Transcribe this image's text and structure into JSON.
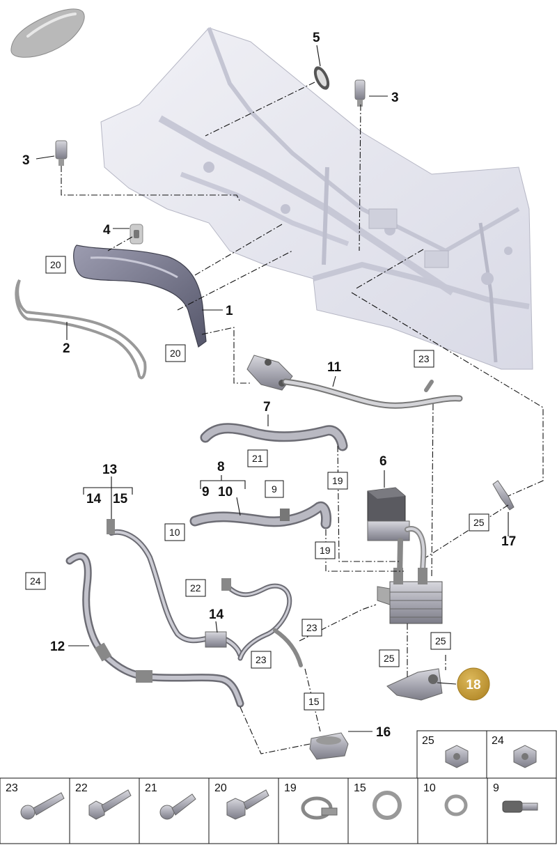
{
  "callouts": {
    "c1": "1",
    "c2": "2",
    "c3a": "3",
    "c3b": "3",
    "c4": "4",
    "c5": "5",
    "c6": "6",
    "c7": "7",
    "c8": "8",
    "c9": "9",
    "c10": "10",
    "c11": "11",
    "c12": "12",
    "c13": "13",
    "c14a": "14",
    "c14b": "14",
    "c15": "15",
    "c16": "16",
    "c17": "17"
  },
  "boxed": {
    "b20a": "20",
    "b20b": "20",
    "b23a": "23",
    "b21": "21",
    "b9": "9",
    "b19a": "19",
    "b19b": "19",
    "b10": "10",
    "b25a": "25",
    "b24": "24",
    "b22": "22",
    "b23b": "23",
    "b23c": "23",
    "b15": "15",
    "b25b": "25",
    "b25c": "25"
  },
  "highlight": {
    "label": "18",
    "color": "#c9a13b"
  },
  "hardware_grid": {
    "top_row": [
      "25",
      "24"
    ],
    "bottom_row": [
      "23",
      "22",
      "21",
      "20",
      "19",
      "15",
      "10",
      "9"
    ]
  },
  "icons": [
    "car-silhouette-icon",
    "bolt-icon",
    "nut-icon",
    "hose-clamp-icon",
    "o-ring-icon",
    "sensor-icon"
  ]
}
